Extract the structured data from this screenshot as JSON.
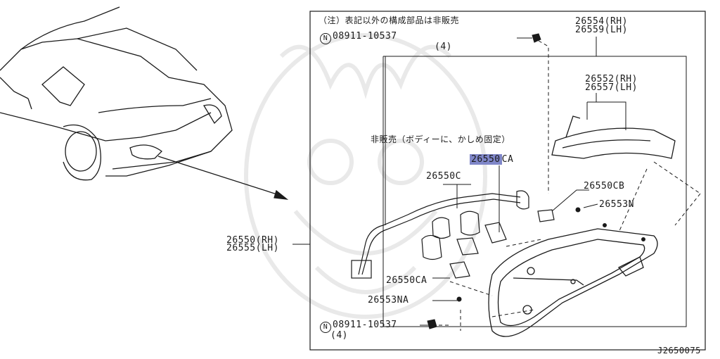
{
  "note": "（注）表記以外の構成部品は非販売",
  "not_for_sale_note": "非販売（ボディーに、かしめ固定）",
  "diagram_code": "J2650075",
  "parts": {
    "p26554_rh": "26554(RH)",
    "p26559_lh": "26559(LH)",
    "p26552_rh": "26552(RH)",
    "p26557_lh": "26557(LH)",
    "p26550ca_selected": "26550",
    "p26550ca_selected_suffix": "CA",
    "p26550c": "26550C",
    "p26550cb": "26550CB",
    "p26553n": "26553N",
    "p26550_rh": "26550(RH)",
    "p26555_lh": "26555(LH)",
    "p26550ca": "26550CA",
    "p26553na": "26553NA",
    "nut_top_marker": "N",
    "nut_top": "08911-10537",
    "nut_top_qty": "(4)",
    "nut_bottom_marker": "N",
    "nut_bottom": "08911-10537",
    "nut_bottom_qty": "(4)"
  },
  "colors": {
    "line": "#1a1a1a",
    "highlight": "#7f86c8",
    "watermark": "#e8e8e8"
  }
}
